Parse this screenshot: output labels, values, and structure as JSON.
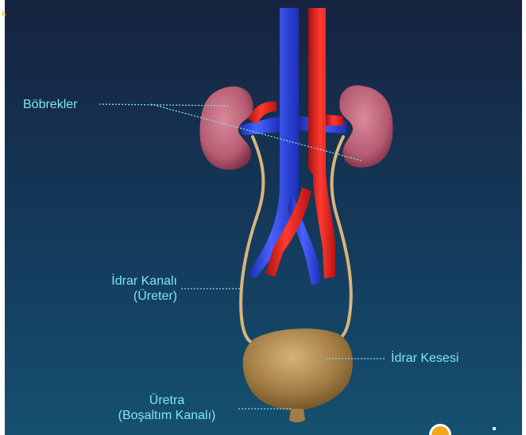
{
  "diagram": {
    "labels": {
      "kidneys": "Böbrekler",
      "ureter_line1": "İdrar Kanalı",
      "ureter_line2": "(Üreter)",
      "bladder": "İdrar Kesesi",
      "urethra_line1": "Üretra",
      "urethra_line2": "(Boşaltım Kanalı)"
    },
    "colors": {
      "background_top": "#16233f",
      "background_bottom": "#154f70",
      "label_text": "#7fe6f2",
      "leader_line": "#7fe6f2",
      "kidney": "#c0627a",
      "vein": "#2f43e6",
      "artery": "#e8231c",
      "ureter": "#d9b47a",
      "bladder": "#a27c44",
      "nav_button": "#f2a81c"
    },
    "icons": {
      "nav_button": "circle-button-icon"
    }
  }
}
